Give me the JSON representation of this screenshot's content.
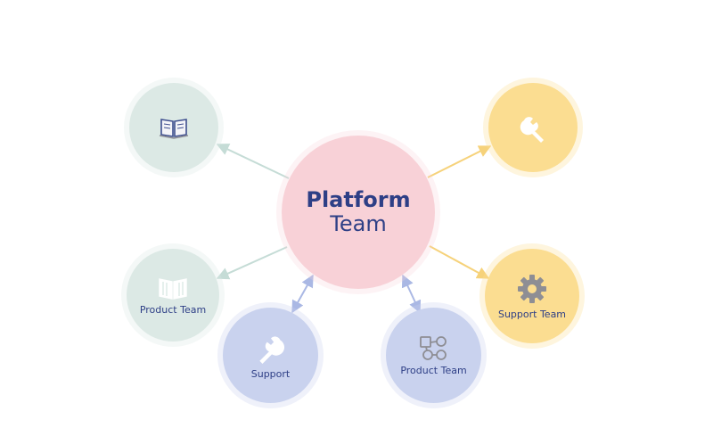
{
  "hub": {
    "title_line1": "Platform",
    "title_line2": "Team"
  },
  "nodes": [
    {
      "id": "ul",
      "label": "",
      "icon": "book-icon",
      "color": "#dce9e5"
    },
    {
      "id": "ur",
      "label": "",
      "icon": "wrench-icon",
      "color": "#fbdd91"
    },
    {
      "id": "ml",
      "label": "Product Team",
      "icon": "book-icon",
      "color": "#dce9e5"
    },
    {
      "id": "mr",
      "label": "Support Team",
      "icon": "gear-icon",
      "color": "#fbdd91"
    },
    {
      "id": "bl",
      "label": "Support",
      "icon": "wrench-icon",
      "color": "#c9d2ee"
    },
    {
      "id": "br",
      "label": "Product Team",
      "icon": "workflow-icon",
      "color": "#c9d2ee"
    }
  ],
  "colors": {
    "hub": "#f8d1d7",
    "text": "#2e3f86",
    "link_green": "#c5dcd6",
    "link_yellow": "#f6d27a",
    "link_blue": "#aab8e4",
    "icon_gray": "#8e8e94"
  }
}
